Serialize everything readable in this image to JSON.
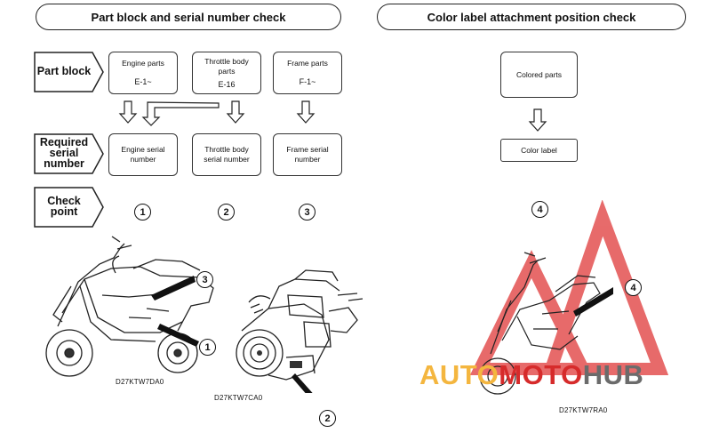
{
  "left_panel": {
    "title": "Part block and serial number check",
    "row_labels": {
      "part_block": "Part block",
      "required_serial": "Required serial number",
      "check_point": "Check point"
    },
    "part_blocks": [
      {
        "label": "Engine parts",
        "code": "E-1~"
      },
      {
        "label": "Throttle body parts",
        "code": "E-16"
      },
      {
        "label": "Frame parts",
        "code": "F-1~"
      }
    ],
    "serial_numbers": [
      "Engine serial number",
      "Throttle body serial number",
      "Frame serial number"
    ],
    "check_points": [
      "1",
      "2",
      "3"
    ],
    "figures": {
      "scooter": {
        "code": "D27KTW7DA0",
        "callouts": [
          "3",
          "1"
        ]
      },
      "throttle_body": {
        "code": "D27KTW7CA0",
        "callout": "2"
      }
    }
  },
  "right_panel": {
    "title": "Color label attachment position check",
    "colored_parts": "Colored parts",
    "color_label": "Color label",
    "check_point": "4",
    "figure": {
      "code": "D27KTW7RA0",
      "callout": "4"
    }
  },
  "watermark": {
    "part1": "AUTO",
    "part2": "MOTO",
    "part3": "HUB",
    "colors": {
      "orange": "#f4b63f",
      "red": "#d62b2b",
      "gray": "#6b6b6b"
    }
  }
}
